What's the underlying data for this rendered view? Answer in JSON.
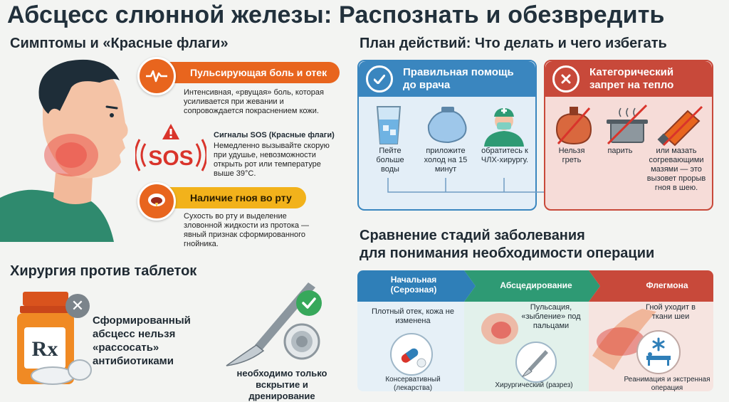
{
  "title": "Абсцесс слюнной железы: Распознать и обезвредить",
  "symptoms": {
    "heading": "Симптомы и «Красные флаги»",
    "pain": {
      "title": "Пульсирующая боль и отек",
      "text": "Интенсивная, «рвущая» боль, которая усиливается при жевании и сопровождается покраснением кожи."
    },
    "sos": {
      "icon_text": "SOS",
      "title": "Сигналы SOS (Красные флаги)",
      "text": "Немедленно вызывайте скорую при удушье, невозможности открыть рот или температуре выше 39°C."
    },
    "pus": {
      "title": "Наличие гноя во рту",
      "text": "Сухость во рту и выделение зловонной жидкости из протока — явный признак сформированного гнойника."
    }
  },
  "surgery": {
    "heading": "Хирургия против таблеток",
    "pill_bottle_label": "Rx",
    "pills_text": "Сформированный абсцесс нельзя «рассосать» антибиотиками",
    "scalpel_text": "необходимо только вскрытие и дренирование"
  },
  "plan": {
    "heading": "План действий: Что делать и чего избегать",
    "do": {
      "title": "Правильная помощь до врача",
      "items": [
        "Пейте больше воды",
        "приложите холод на 15 минут",
        "обратитесь к ЧЛХ-хирургу."
      ]
    },
    "dont": {
      "title": "Категорический запрет на тепло",
      "items": [
        "Нельзя греть",
        "парить",
        "или мазать согревающими мазями — это вызовет прорыв гноя в шею."
      ]
    }
  },
  "stages": {
    "heading_line1": "Сравнение стадий заболевания",
    "heading_line2": "для понимания необходимости операции",
    "items": [
      {
        "name": "Начальная (Серозная)",
        "desc": "Плотный отек, кожа не изменена",
        "treatment": "Консервативный (лекарства)",
        "color": "#2f7fb8"
      },
      {
        "name": "Абсцедирование",
        "desc": "Пульсация, «зыбление» под пальцами",
        "treatment": "Хирургический (разрез)",
        "color": "#2e9a74"
      },
      {
        "name": "Флегмона",
        "desc": "Гной уходит в ткани шеи",
        "treatment": "Реанимация и экстренная операция",
        "color": "#c8493a"
      }
    ]
  },
  "colors": {
    "orange": "#e8651e",
    "yellow": "#f2b21b",
    "blue": "#2f7fb8",
    "red": "#c8493a",
    "green": "#2e9a74"
  }
}
